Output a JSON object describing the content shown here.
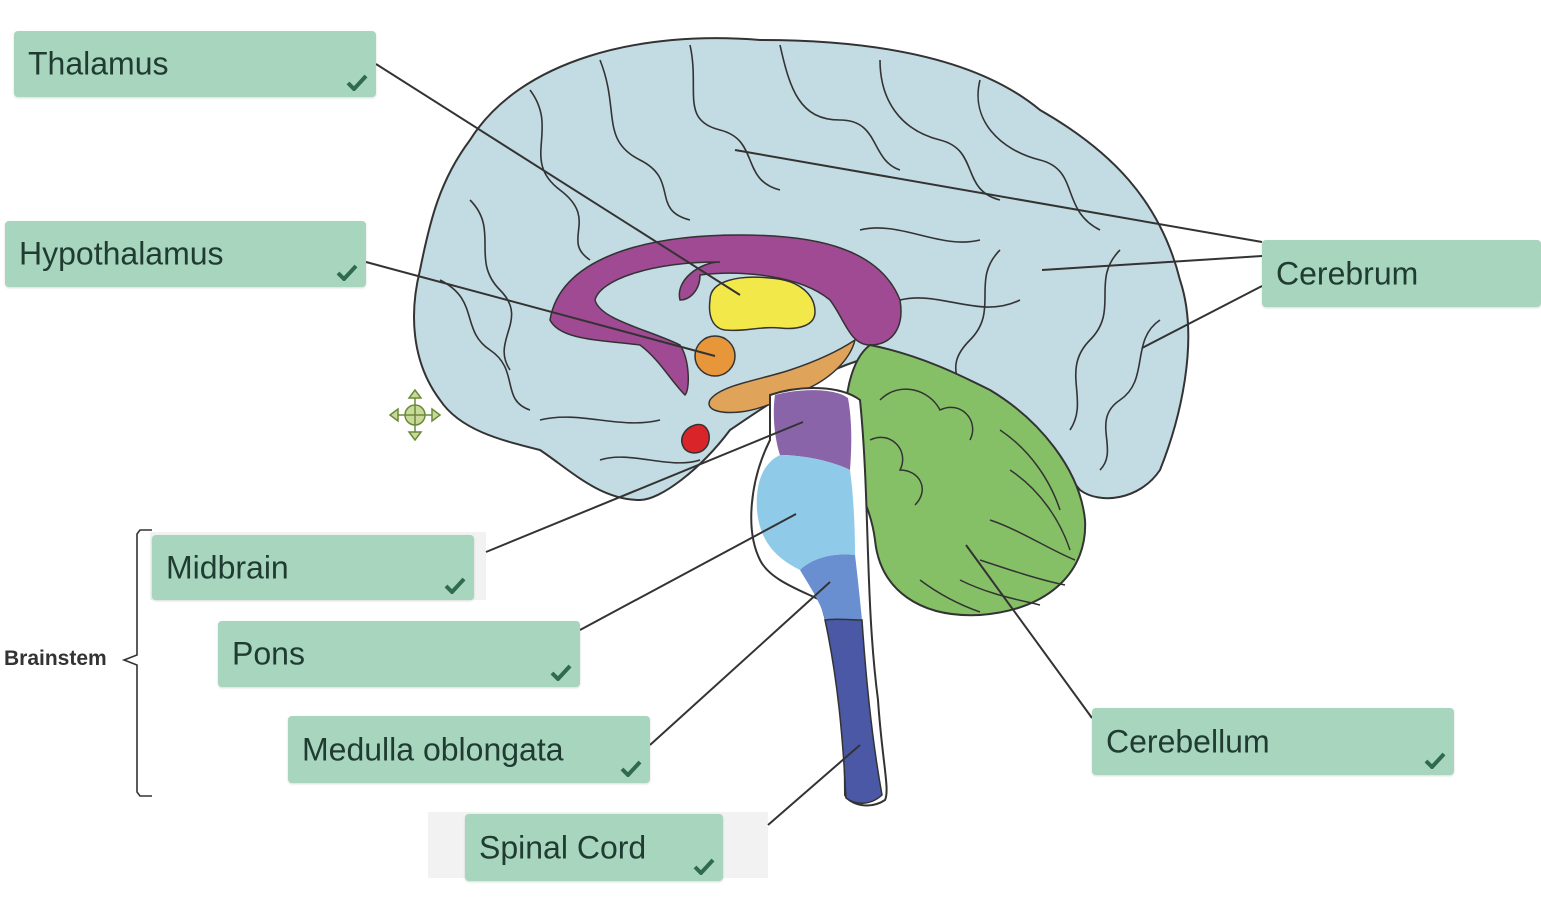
{
  "labels": {
    "thalamus": "Thalamus",
    "hypothalamus": "Hypothalamus",
    "cerebrum": "Cerebrum",
    "midbrain": "Midbrain",
    "pons": "Pons",
    "medulla": "Medulla oblongata",
    "spinal_cord": "Spinal Cord",
    "cerebellum": "Cerebellum"
  },
  "brainstem_label": "Brainstem",
  "colors": {
    "label_bg": "#a8d5bd",
    "check": "#2f6b4f",
    "cerebrum": "#c3dbe2",
    "corpus_callosum": "#a04a93",
    "thalamus": "#f3e84a",
    "hypothalamus": "#e8963a",
    "pituitary": "#d9242a",
    "midbrain": "#8a64a8",
    "pons": "#8fcbe8",
    "medulla": "#6a8fd0",
    "spinal_cord": "#4a58a6",
    "cerebellum": "#86c066"
  },
  "icons": {
    "check": "check-icon",
    "move": "move-handle-icon"
  }
}
